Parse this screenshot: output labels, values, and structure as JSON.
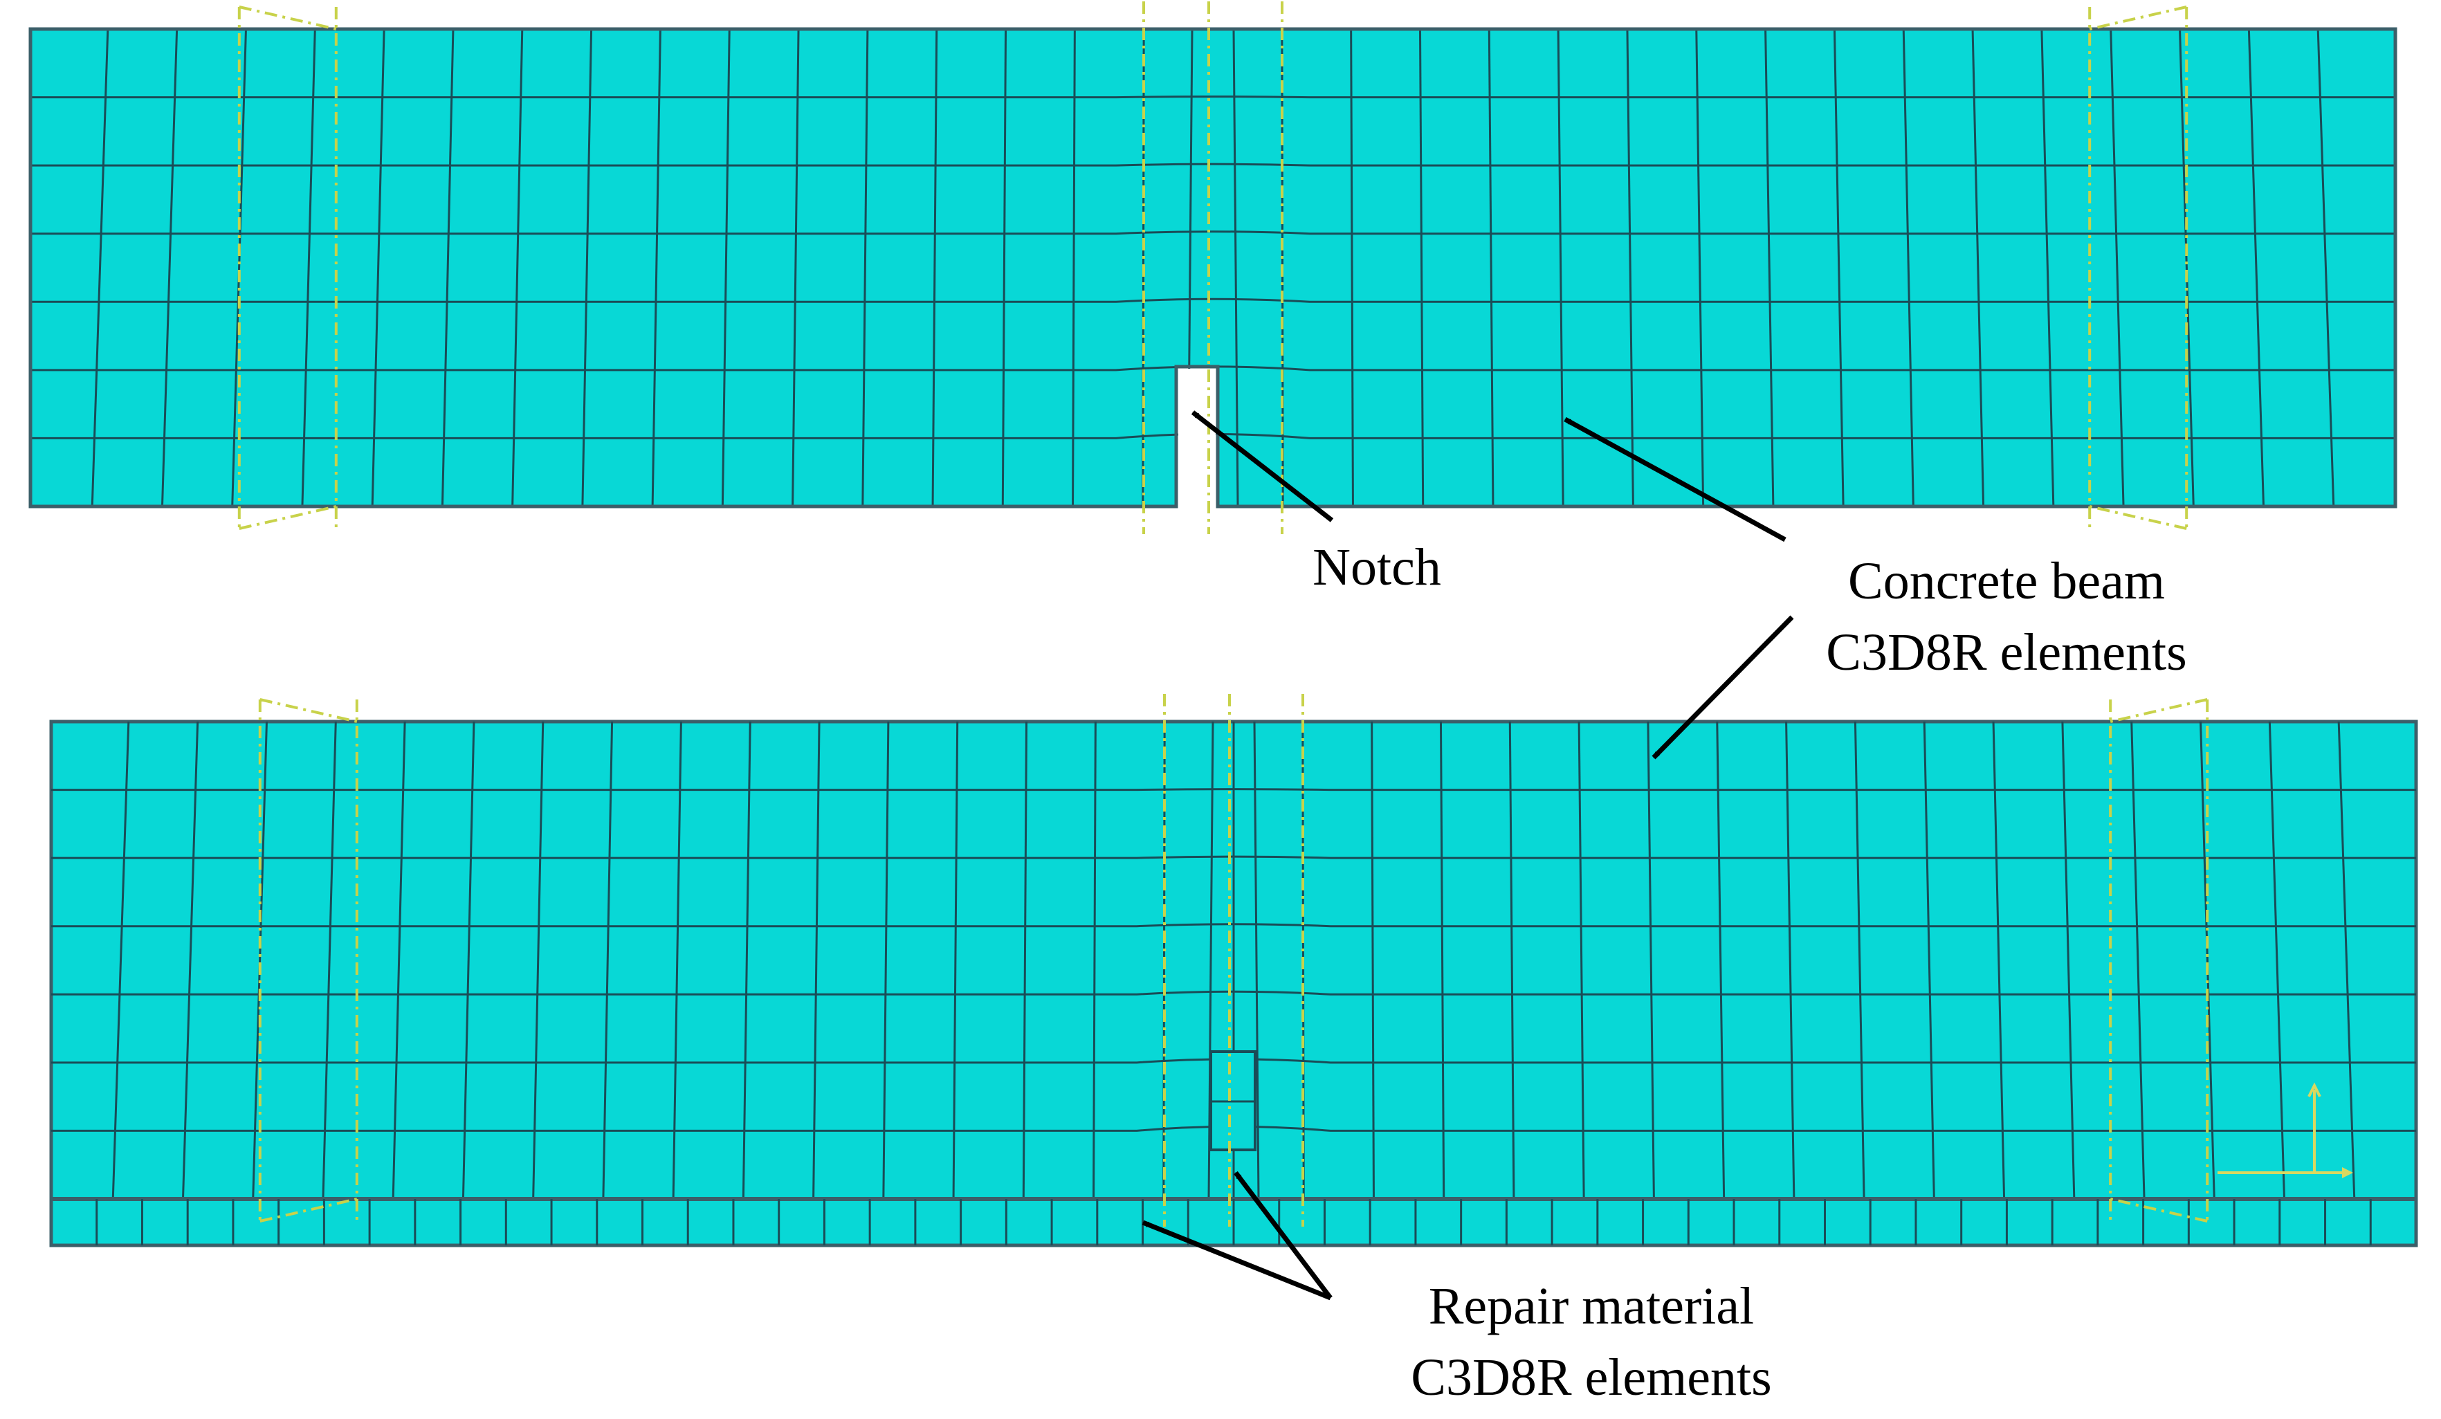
{
  "labels": {
    "notch": "Notch",
    "concrete_line1": "Concrete beam",
    "concrete_line2": "C3D8R elements",
    "repair_line1": "Repair material",
    "repair_line2": "C3D8R elements"
  },
  "colors": {
    "mesh_fill": "#08d8d6",
    "mesh_line": "#1a4c57",
    "outline": "#3b5f69",
    "guide": "#c8d24a",
    "arrow": "#000000",
    "triad": "#d8d860"
  },
  "mesh": {
    "top_beam": {
      "columns": 34,
      "rows": 7,
      "notch": true
    },
    "bottom_beam": {
      "columns": 34,
      "rows": 7,
      "repair_layer_columns": 52
    }
  }
}
